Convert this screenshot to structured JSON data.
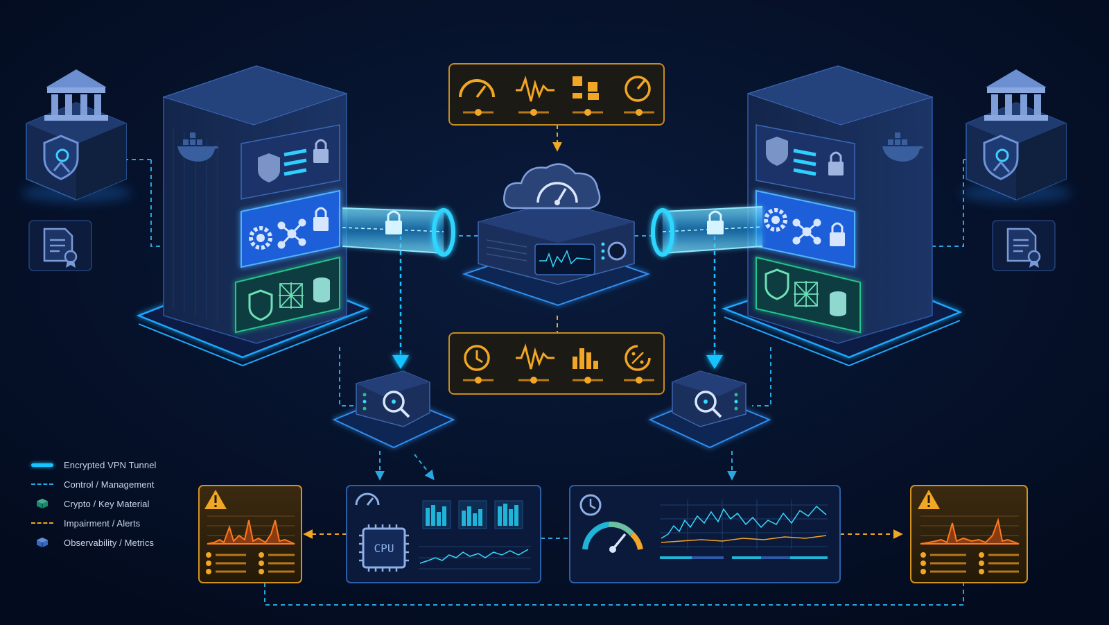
{
  "colors": {
    "background": "#030b1e",
    "tunnel": "#19c3ff",
    "control": "#2aa7e0",
    "crypto": "#18a47a",
    "alert": "#f2a625",
    "observability": "#2f6fd6",
    "panel_border": "#2c5fa8"
  },
  "legend": [
    {
      "label": "Encrypted VPN Tunnel",
      "style": "solid",
      "color": "#19c3ff"
    },
    {
      "label": "Control / Management",
      "style": "dashed",
      "color": "#2aa7e0"
    },
    {
      "label": "Crypto / Key Material",
      "style": "cube",
      "color": "#18a47a"
    },
    {
      "label": "Impairment / Alerts",
      "style": "dashed",
      "color": "#f2a625"
    },
    {
      "label": "Observability / Metrics",
      "style": "cube",
      "color": "#3d7ae0"
    }
  ],
  "cpu_chip": {
    "label": "CPU"
  },
  "icons": {
    "top_panel": [
      "speedometer-icon",
      "waveform-icon",
      "topology-icon",
      "gauge-icon"
    ],
    "bottom_panel": [
      "clock-icon",
      "waveform-icon",
      "bar-chart-icon",
      "percent-icon"
    ],
    "container_rows": [
      "shield-icon",
      "list-icon",
      "lock-icon",
      "gear-icon",
      "network-icon",
      "database-icon"
    ]
  }
}
